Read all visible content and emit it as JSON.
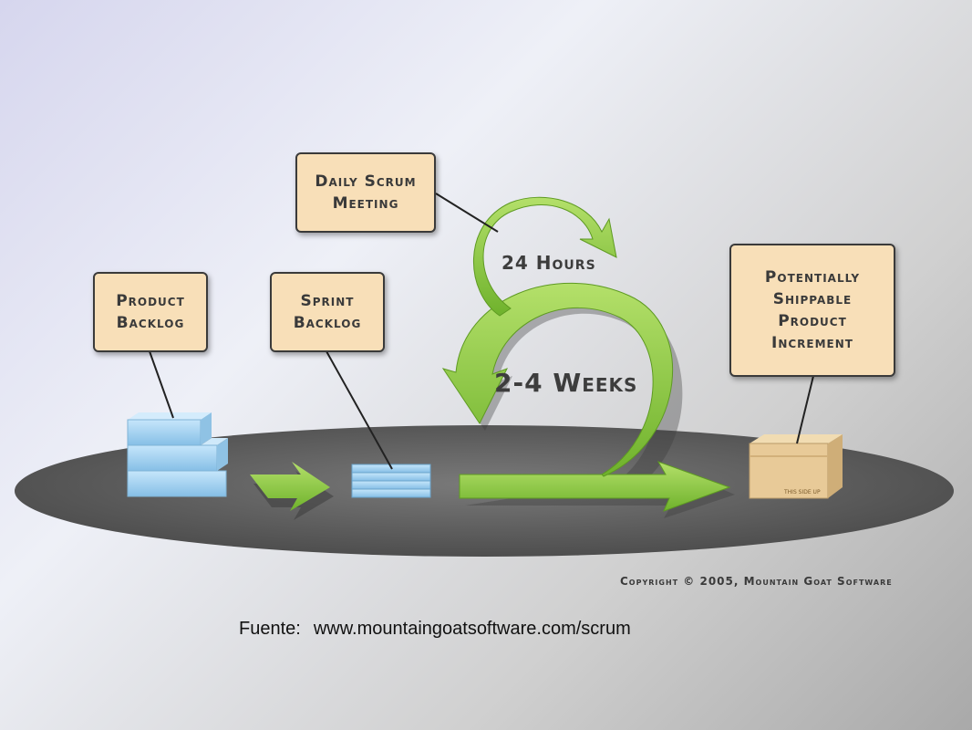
{
  "callouts": {
    "product_backlog": "Product\nBacklog",
    "sprint_backlog": "Sprint\nBacklog",
    "daily_scrum": "Daily Scrum\nMeeting",
    "shippable_increment": "Potentially\nShippable\nProduct\nIncrement"
  },
  "loops": {
    "daily": "24 Hours",
    "sprint": "2-4 Weeks"
  },
  "box_label": "THIS SIDE UP",
  "copyright": "Copyright © 2005, Mountain Goat Software",
  "source": {
    "label": "Fuente:",
    "url": "www.mountaingoatsoftware.com/scrum"
  },
  "colors": {
    "arrow_green": "#8ccc3c",
    "callout_fill": "#f8dfb8",
    "backlog_blue": "#a8d4f2",
    "platform": "#5a5a5a"
  }
}
